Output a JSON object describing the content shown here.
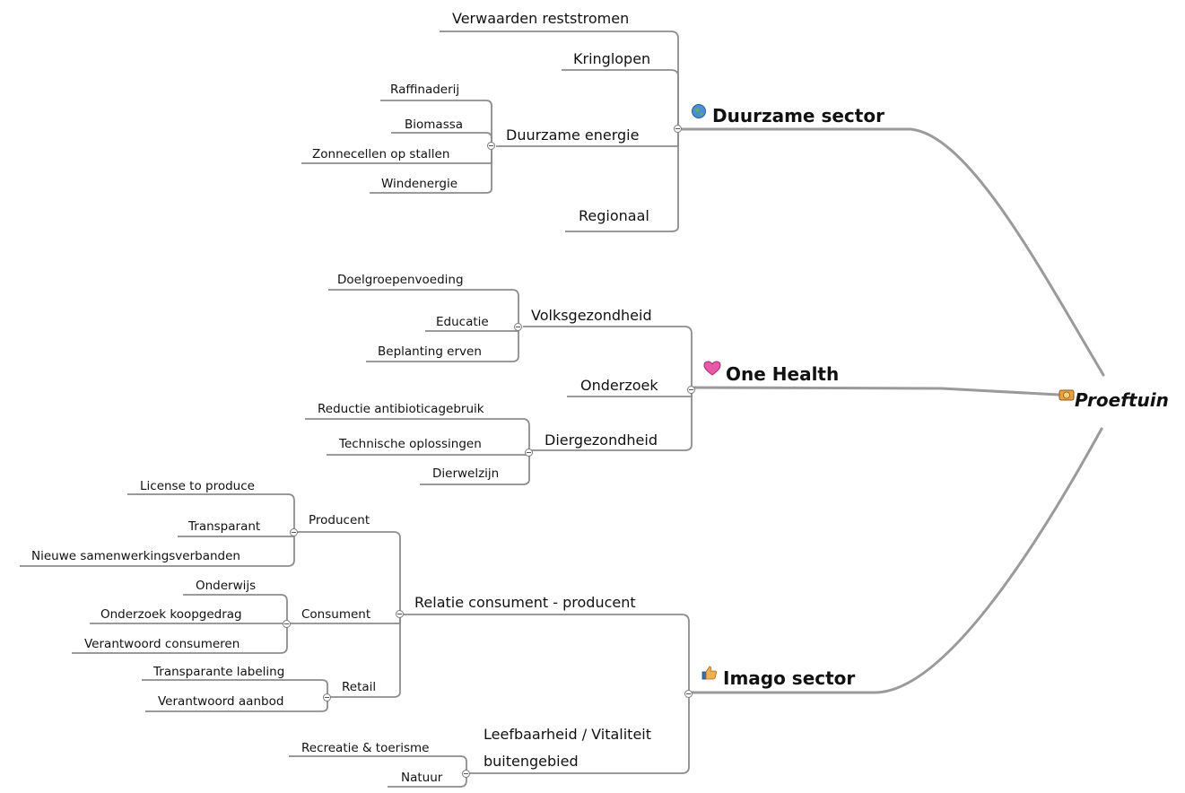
{
  "root": {
    "label": "Proeftuin",
    "icon": "handshake-icon"
  },
  "branches": {
    "duurzaam": {
      "label": "Duurzame sector",
      "icon": "globe-icon",
      "children": {
        "verwaarden": "Verwaarden reststromen",
        "kringlopen": "Kringlopen",
        "energie": {
          "label": "Duurzame energie",
          "items": [
            "Raffinaderij",
            "Biomassa",
            "Zonnecellen op stallen",
            "Windenergie"
          ]
        },
        "regionaal": "Regionaal"
      }
    },
    "health": {
      "label": "One Health",
      "icon": "heart-icon",
      "children": {
        "volks": {
          "label": "Volksgezondheid",
          "items": [
            "Doelgroepenvoeding",
            "Educatie",
            "Beplanting erven"
          ]
        },
        "onderzoek": "Onderzoek",
        "dier": {
          "label": "Diergezondheid",
          "items": [
            "Reductie antibioticagebruik",
            "Technische oplossingen",
            "Dierwelzijn"
          ]
        }
      }
    },
    "imago": {
      "label": "Imago sector",
      "icon": "thumbs-up-icon",
      "children": {
        "relatie": {
          "label": "Relatie consument - producent",
          "producent": {
            "label": "Producent",
            "items": [
              "License to produce",
              "Transparant",
              "Nieuwe samenwerkingsverbanden"
            ]
          },
          "consument": {
            "label": "Consument",
            "items": [
              "Onderwijs",
              "Onderzoek koopgedrag",
              "Verantwoord consumeren"
            ]
          },
          "retail": {
            "label": "Retail",
            "items": [
              "Transparante labeling",
              "Verantwoord aanbod"
            ]
          }
        },
        "leef": {
          "label_line1": "Leefbaarheid / Vitaliteit",
          "label_line2": "buitengebied",
          "items": [
            "Recreatie & toerisme",
            "Natuur"
          ]
        }
      }
    }
  },
  "colors": {
    "connector": "#8c8c8c",
    "main_connector": "#999999",
    "text": "#111111"
  }
}
